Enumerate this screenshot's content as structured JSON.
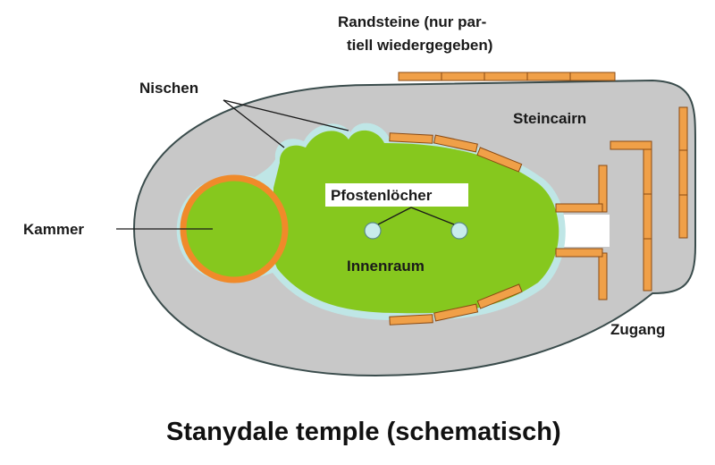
{
  "title": "Stanydale temple (schematisch)",
  "labels": {
    "randsteine_line1": "Randsteine (nur par-",
    "randsteine_line2": "tiell wiedergegeben)",
    "nischen": "Nischen",
    "steincairn": "Steincairn",
    "pfostenloecher": "Pfostenlöcher",
    "kammer": "Kammer",
    "innenraum": "Innenraum",
    "zugang": "Zugang"
  },
  "colors": {
    "cairn": "#c8c8c8",
    "cairn_outline": "#3a4c4c",
    "interior": "#86c81e",
    "interior_halo": "#bfe6e6",
    "chamber_ring": "#f08a2a",
    "stone": "#f0a048",
    "post_hole": "#c8ecec"
  }
}
